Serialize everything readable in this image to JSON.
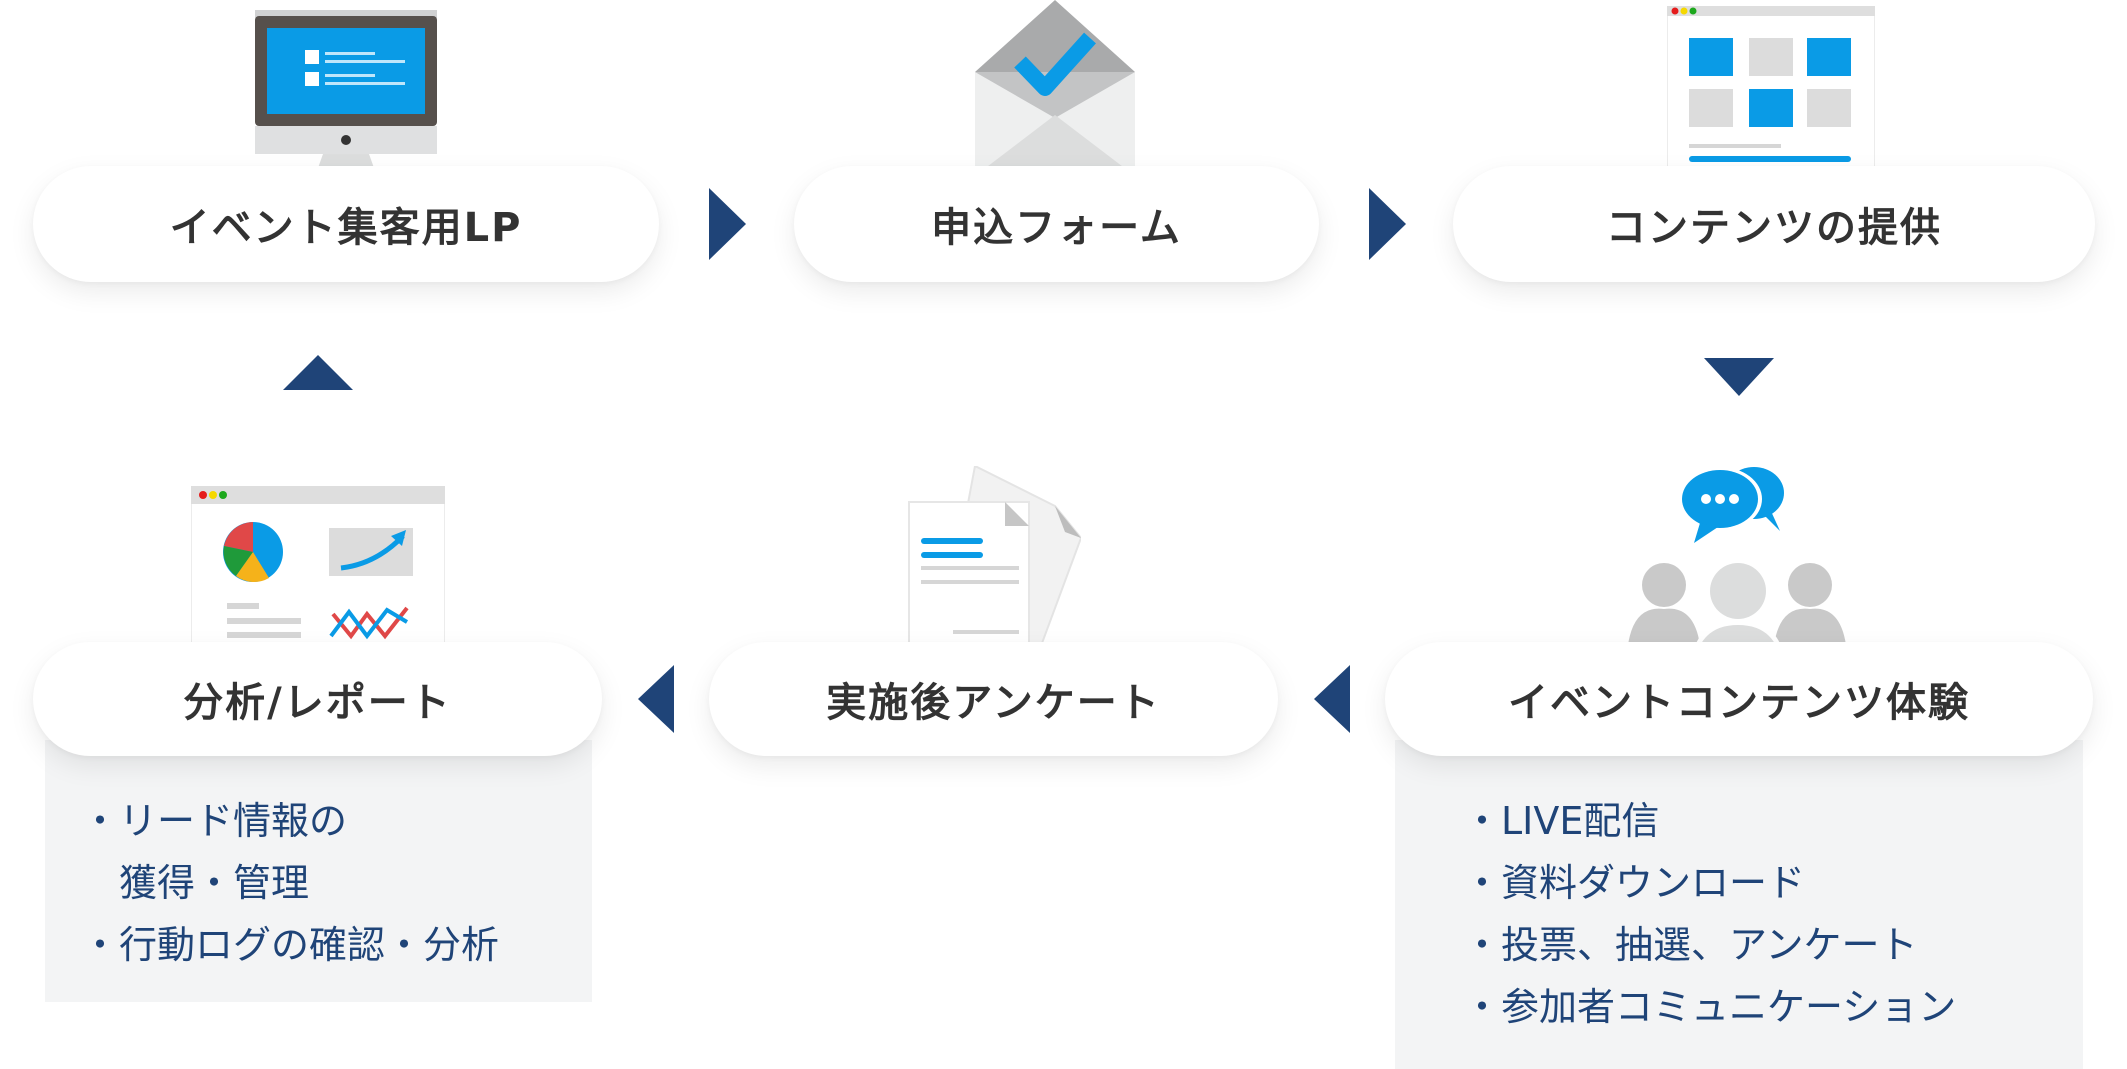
{
  "colors": {
    "arrow": "#1f4478",
    "step_text": "#333333",
    "bullet_text": "#1f4478",
    "panel_bg": "#f3f4f5",
    "icon_blue": "#0a9be6",
    "icon_gray": "#d9dadb"
  },
  "steps": [
    {
      "label": "イベント集客用LP",
      "icon": "desktop-monitor-icon"
    },
    {
      "label": "申込フォーム",
      "icon": "envelope-check-icon"
    },
    {
      "label": "コンテンツの提供",
      "icon": "web-content-grid-icon"
    },
    {
      "label": "イベントコンテンツ体験",
      "icon": "audience-chat-icon"
    },
    {
      "label": "実施後アンケート",
      "icon": "documents-icon"
    },
    {
      "label": "分析/レポート",
      "icon": "analytics-report-icon"
    }
  ],
  "details": {
    "analysis": [
      "・リード情報の",
      "　獲得・管理",
      "・行動ログの確認・分析"
    ],
    "event_experience": [
      "・LIVE配信",
      "・資料ダウンロード",
      "・投票、抽選、アンケート",
      "・参加者コミュニケーション"
    ]
  },
  "flow_arrows": [
    "right",
    "right",
    "down",
    "left",
    "left",
    "up"
  ]
}
